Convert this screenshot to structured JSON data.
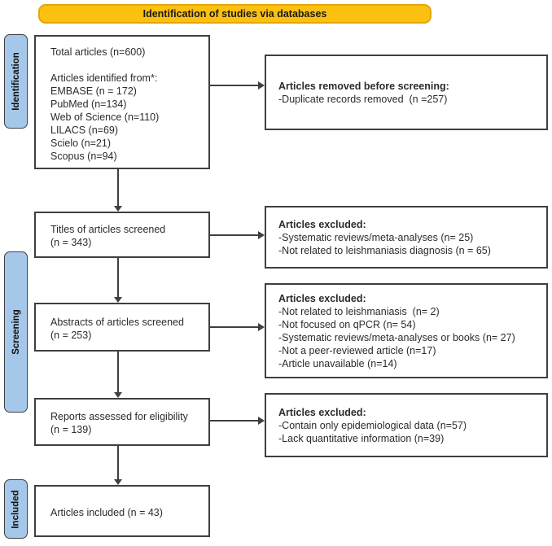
{
  "banner": {
    "label": "Identification of studies via databases"
  },
  "colors": {
    "banner_bg": "#FCC011",
    "banner_border": "#E3A60B",
    "stage_bg": "#A5C7E9",
    "stage_border": "#3F3F3F",
    "box_border": "#3F3F3F",
    "arrow": "#3F3F3F",
    "text": "#2B2B2B",
    "page_bg": "#FFFFFF"
  },
  "stages": [
    {
      "label": "Identification"
    },
    {
      "label": "Screening"
    },
    {
      "label": "Included"
    }
  ],
  "left_boxes": [
    {
      "lines": [
        "Total articles (n=600)",
        "",
        "Articles identified from*:",
        "EMBASE (n = 172)",
        "PubMed (n=134)",
        "Web of Science (n=110)",
        "LILACS (n=69)",
        "Scielo (n=21)",
        "Scopus (n=94)"
      ]
    },
    {
      "lines": [
        "Titles of articles screened",
        "(n = 343)"
      ]
    },
    {
      "lines": [
        "Abstracts of articles screened",
        "(n = 253)"
      ]
    },
    {
      "lines": [
        "Reports assessed for eligibility",
        "(n = 139)"
      ]
    },
    {
      "lines": [
        "Articles included (n = 43)"
      ]
    }
  ],
  "right_boxes": [
    {
      "title": "Articles removed before screening:",
      "items": [
        "-Duplicate records removed  (n =257)"
      ]
    },
    {
      "title": "Articles excluded:",
      "items": [
        "-Systematic reviews/meta-analyses (n= 25)",
        "-Not related to leishmaniasis diagnosis (n = 65)"
      ]
    },
    {
      "title": "Articles excluded:",
      "items": [
        "-Not related to leishmaniasis  (n= 2)",
        "-Not focused on qPCR (n= 54)",
        "-Systematic reviews/meta-analyses or books (n= 27)",
        "-Not a peer-reviewed article (n=17)",
        "-Article unavailable (n=14)"
      ]
    },
    {
      "title": "Articles excluded:",
      "items": [
        "-Contain only epidemiological data (n=57)",
        "-Lack quantitative information (n=39)"
      ]
    }
  ]
}
